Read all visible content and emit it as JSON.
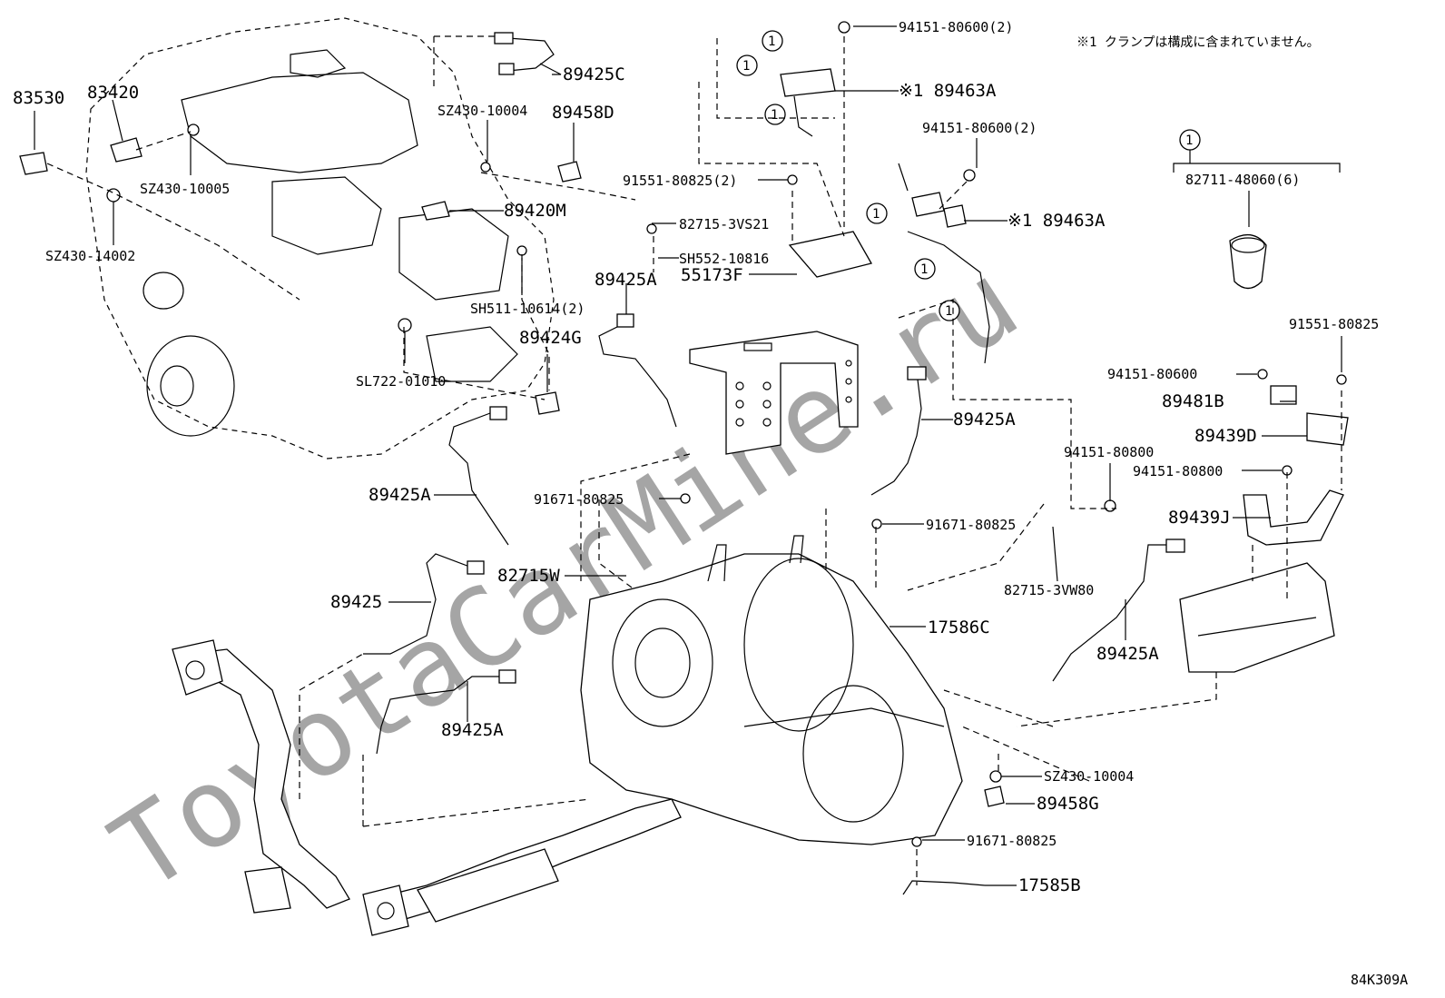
{
  "watermark": "ToyotaCarMine.ru",
  "note": "※1 クランプは構成に含まれていません。",
  "diagram_code": "84K309A",
  "callout_symbol": "1",
  "clamp_group": {
    "label": "82711-48060(6)"
  },
  "labels": {
    "p83530": "83530",
    "p83420": "83420",
    "p89425C": "89425C",
    "p94151_80600_2a": "94151-80600(2)",
    "p89463A_top": "※1 89463A",
    "pSZ430_10004_top": "SZ430-10004",
    "p89458D": "89458D",
    "p94151_80600_2b": "94151-80600(2)",
    "pSZ430_10005": "SZ430-10005",
    "p91551_80825_2": "91551-80825(2)",
    "p89420M": "89420M",
    "p82715_3VS21": "82715-3VS21",
    "p89463A_mid": "※1 89463A",
    "pSZ430_14002": "SZ430-14002",
    "pSH552_10816": "SH552-10816",
    "p55173F": "55173F",
    "p89425A_1": "89425A",
    "pSH511_10614_2": "SH511-10614(2)",
    "p91551_80825": "91551-80825",
    "p89424G": "89424G",
    "pSL722_01010": "SL722-01010",
    "p94151_80600": "94151-80600",
    "p89481B": "89481B",
    "p89425A_2": "89425A",
    "p89439D": "89439D",
    "p94151_80800a": "94151-80800",
    "p89425A_3": "89425A",
    "p94151_80800b": "94151-80800",
    "p91671_80825a": "91671-80825",
    "p89439J": "89439J",
    "p91671_80825b": "91671-80825",
    "p82715W": "82715W",
    "p82715_3VW80": "82715-3VW80",
    "p89425": "89425",
    "p17586C": "17586C",
    "p89425A_4": "89425A",
    "p89425A_5": "89425A",
    "pSZ430_10004_bot": "SZ430-10004",
    "p89458G": "89458G",
    "p91671_80825c": "91671-80825",
    "p17585B": "17585B"
  }
}
